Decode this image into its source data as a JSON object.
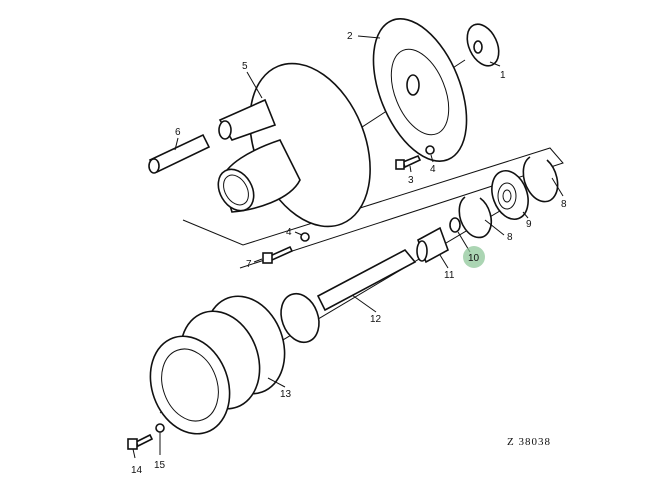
{
  "diagram": {
    "reference": "Z 38038",
    "highlight_color": "#8fc79a",
    "highlighted_callout": "10",
    "callouts": [
      "1",
      "2",
      "3",
      "4",
      "4",
      "5",
      "6",
      "7",
      "8",
      "8",
      "9",
      "10",
      "11",
      "12",
      "13",
      "14",
      "15"
    ]
  }
}
